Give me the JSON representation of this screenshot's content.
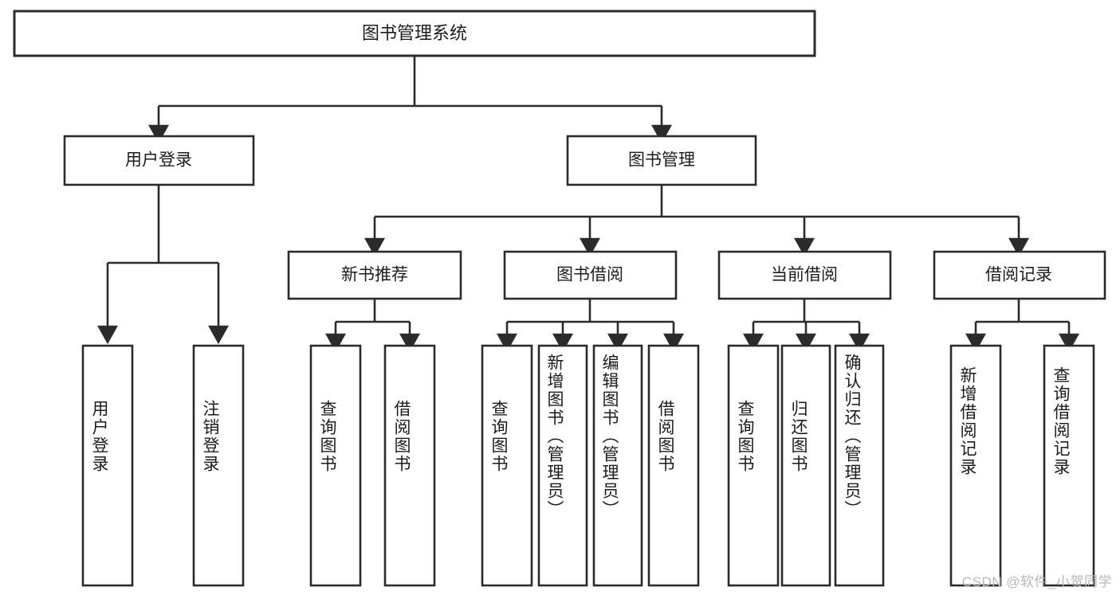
{
  "diagram": {
    "title": "图书管理系统",
    "type": "tree-hierarchy-chart",
    "root": {
      "id": "root",
      "label": "图书管理系统"
    },
    "level2": [
      {
        "id": "user-login",
        "label": "用户登录"
      },
      {
        "id": "book-management",
        "label": "图书管理"
      }
    ],
    "level3": [
      {
        "id": "new-book-recommend",
        "label": "新书推荐",
        "parent": "book-management"
      },
      {
        "id": "book-borrow",
        "label": "图书借阅",
        "parent": "book-management"
      },
      {
        "id": "current-borrow",
        "label": "当前借阅",
        "parent": "book-management"
      },
      {
        "id": "borrow-record",
        "label": "借阅记录",
        "parent": "book-management"
      }
    ],
    "leaves": {
      "user-login": [
        {
          "id": "leaf-user-login",
          "label": "用户登录"
        },
        {
          "id": "leaf-user-logout",
          "label": "注销登录"
        }
      ],
      "new-book-recommend": [
        {
          "id": "leaf-query-book-1",
          "label": "查询图书"
        },
        {
          "id": "leaf-borrow-book-1",
          "label": "借阅图书"
        }
      ],
      "book-borrow": [
        {
          "id": "leaf-query-book-2",
          "label": "查询图书"
        },
        {
          "id": "leaf-add-book",
          "label": "新增图书（管理员）"
        },
        {
          "id": "leaf-edit-book",
          "label": "编辑图书（管理员）"
        },
        {
          "id": "leaf-borrow-book-2",
          "label": "借阅图书"
        }
      ],
      "current-borrow": [
        {
          "id": "leaf-query-book-3",
          "label": "查询图书"
        },
        {
          "id": "leaf-return-book",
          "label": "归还图书"
        },
        {
          "id": "leaf-confirm-return",
          "label": "确认归还（管理员）"
        }
      ],
      "borrow-record": [
        {
          "id": "leaf-add-record",
          "label": "新增借阅记录"
        },
        {
          "id": "leaf-query-record",
          "label": "查询借阅记录"
        }
      ]
    }
  },
  "watermark": {
    "text": "CSDN @软件_小贺同学"
  },
  "colors": {
    "stroke": "#2b2b2b",
    "fill": "#ffffff",
    "text": "#1c1c1c",
    "watermark": "#b8b8b8",
    "background": "#ffffff"
  }
}
